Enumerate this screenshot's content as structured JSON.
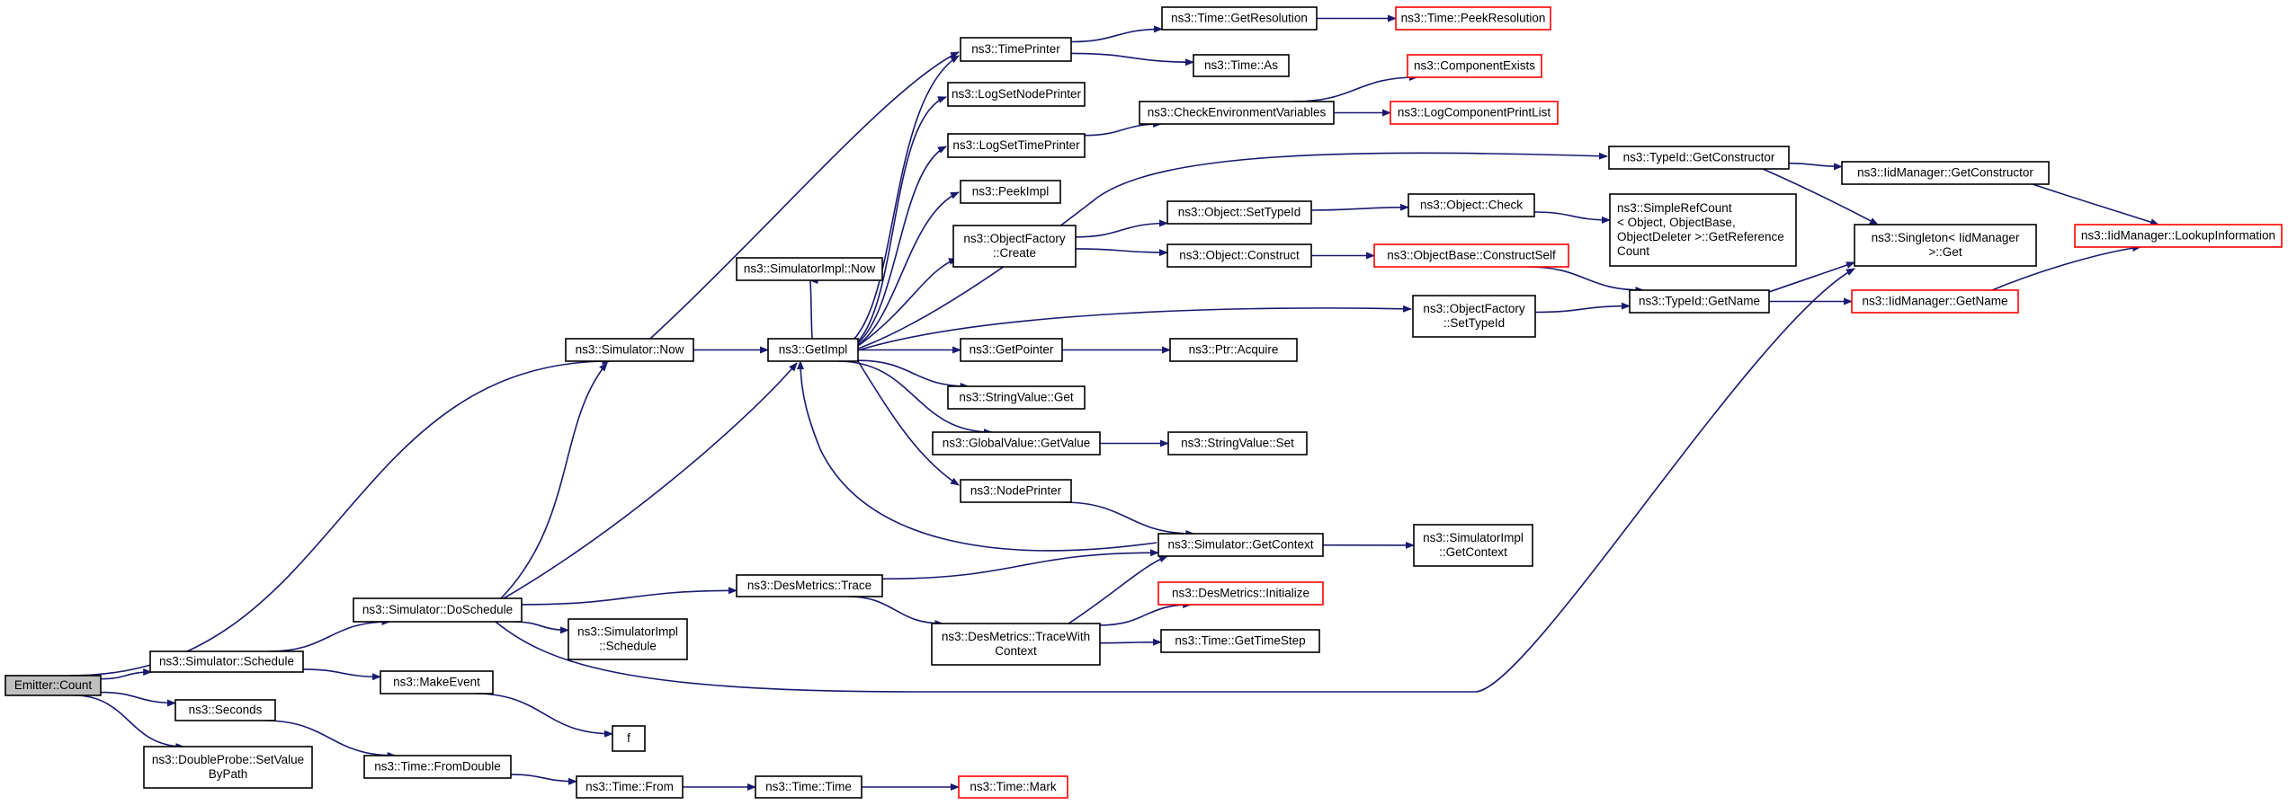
{
  "colors": {
    "edge": "#191970",
    "node_border": "#000000",
    "truncated_border": "#ff0000",
    "root_fill": "#bfbfbf",
    "node_fill": "#ffffff",
    "background": "#ffffff"
  },
  "nodes": [
    {
      "id": "emitter_count",
      "lines": [
        "Emitter::Count"
      ],
      "style": "root"
    },
    {
      "id": "sim_now",
      "lines": [
        "ns3::Simulator::Now"
      ]
    },
    {
      "id": "sim_schedule",
      "lines": [
        "ns3::Simulator::Schedule"
      ]
    },
    {
      "id": "seconds",
      "lines": [
        "ns3::Seconds"
      ]
    },
    {
      "id": "doubleprobe",
      "lines": [
        "ns3::DoubleProbe::SetValue",
        "ByPath"
      ]
    },
    {
      "id": "sim_doschedule",
      "lines": [
        "ns3::Simulator::DoSchedule"
      ]
    },
    {
      "id": "makeevent",
      "lines": [
        "ns3::MakeEvent"
      ]
    },
    {
      "id": "time_fromdouble",
      "lines": [
        "ns3::Time::FromDouble"
      ]
    },
    {
      "id": "simimpl_now",
      "lines": [
        "ns3::SimulatorImpl::Now"
      ]
    },
    {
      "id": "getimpl",
      "lines": [
        "ns3::GetImpl"
      ]
    },
    {
      "id": "desmetrics_trace",
      "lines": [
        "ns3::DesMetrics::Trace"
      ]
    },
    {
      "id": "simimpl_schedule",
      "lines": [
        "ns3::SimulatorImpl",
        "::Schedule"
      ]
    },
    {
      "id": "f",
      "lines": [
        "f"
      ]
    },
    {
      "id": "time_from",
      "lines": [
        "ns3::Time::From"
      ]
    },
    {
      "id": "time_time",
      "lines": [
        "ns3::Time::Time"
      ]
    },
    {
      "id": "time_mark",
      "lines": [
        "ns3::Time::Mark"
      ],
      "style": "truncated"
    },
    {
      "id": "timeprinter",
      "lines": [
        "ns3::TimePrinter"
      ]
    },
    {
      "id": "logsetnodeprinter",
      "lines": [
        "ns3::LogSetNodePrinter"
      ]
    },
    {
      "id": "logsettimeprinter",
      "lines": [
        "ns3::LogSetTimePrinter"
      ]
    },
    {
      "id": "peekimpl",
      "lines": [
        "ns3::PeekImpl"
      ]
    },
    {
      "id": "objectfactory_create",
      "lines": [
        "ns3::ObjectFactory",
        "::Create"
      ]
    },
    {
      "id": "getpointer",
      "lines": [
        "ns3::GetPointer"
      ]
    },
    {
      "id": "stringvalue_get",
      "lines": [
        "ns3::StringValue::Get"
      ]
    },
    {
      "id": "globalvalue_getvalue",
      "lines": [
        "ns3::GlobalValue::GetValue"
      ]
    },
    {
      "id": "nodeprinter",
      "lines": [
        "ns3::NodePrinter"
      ]
    },
    {
      "id": "desmetrics_tracewithcontext",
      "lines": [
        "ns3::DesMetrics::TraceWith",
        "Context"
      ]
    },
    {
      "id": "time_getresolution",
      "lines": [
        "ns3::Time::GetResolution"
      ]
    },
    {
      "id": "time_as",
      "lines": [
        "ns3::Time::As"
      ]
    },
    {
      "id": "checkenv",
      "lines": [
        "ns3::CheckEnvironmentVariables"
      ]
    },
    {
      "id": "object_settypeid",
      "lines": [
        "ns3::Object::SetTypeId"
      ]
    },
    {
      "id": "object_construct",
      "lines": [
        "ns3::Object::Construct"
      ]
    },
    {
      "id": "objectfactory_settypeid",
      "lines": [
        "ns3::ObjectFactory",
        "::SetTypeId"
      ]
    },
    {
      "id": "ptr_acquire",
      "lines": [
        "ns3::Ptr::Acquire"
      ]
    },
    {
      "id": "stringvalue_set",
      "lines": [
        "ns3::StringValue::Set"
      ]
    },
    {
      "id": "sim_getcontext",
      "lines": [
        "ns3::Simulator::GetContext"
      ]
    },
    {
      "id": "desmetrics_initialize",
      "lines": [
        "ns3::DesMetrics::Initialize"
      ],
      "style": "truncated"
    },
    {
      "id": "time_gettimestep",
      "lines": [
        "ns3::Time::GetTimeStep"
      ]
    },
    {
      "id": "time_peekresolution",
      "lines": [
        "ns3::Time::PeekResolution"
      ],
      "style": "truncated"
    },
    {
      "id": "componentexists",
      "lines": [
        "ns3::ComponentExists"
      ],
      "style": "truncated"
    },
    {
      "id": "logcomponentprintlist",
      "lines": [
        "ns3::LogComponentPrintList"
      ],
      "style": "truncated"
    },
    {
      "id": "typeid_getconstructor",
      "lines": [
        "ns3::TypeId::GetConstructor"
      ]
    },
    {
      "id": "object_check",
      "lines": [
        "ns3::Object::Check"
      ]
    },
    {
      "id": "objectbase_constructself",
      "lines": [
        "ns3::ObjectBase::ConstructSelf"
      ],
      "style": "truncated"
    },
    {
      "id": "simimpl_getcontext",
      "lines": [
        "ns3::SimulatorImpl",
        "::GetContext"
      ]
    },
    {
      "id": "simplerefcount",
      "lines": [
        "ns3::SimpleRefCount",
        "< Object, ObjectBase,",
        "ObjectDeleter >::GetReference",
        "Count"
      ],
      "align": "left"
    },
    {
      "id": "typeid_getname",
      "lines": [
        "ns3::TypeId::GetName"
      ]
    },
    {
      "id": "iidmanager_getconstructor",
      "lines": [
        "ns3::IidManager::GetConstructor"
      ]
    },
    {
      "id": "singleton_get",
      "lines": [
        "ns3::Singleton< IidManager",
        ">::Get"
      ]
    },
    {
      "id": "iidmanager_getname",
      "lines": [
        "ns3::IidManager::GetName"
      ],
      "style": "truncated"
    },
    {
      "id": "iidmanager_lookupinformation",
      "lines": [
        "ns3::IidManager::LookupInformation"
      ],
      "style": "truncated"
    }
  ],
  "edges": [
    [
      "emitter_count",
      "sim_now"
    ],
    [
      "emitter_count",
      "sim_schedule"
    ],
    [
      "emitter_count",
      "seconds"
    ],
    [
      "emitter_count",
      "doubleprobe"
    ],
    [
      "sim_now",
      "getimpl"
    ],
    [
      "sim_now",
      "timeprinter"
    ],
    [
      "sim_schedule",
      "sim_doschedule"
    ],
    [
      "sim_schedule",
      "makeevent"
    ],
    [
      "seconds",
      "time_fromdouble"
    ],
    [
      "sim_doschedule",
      "sim_now"
    ],
    [
      "sim_doschedule",
      "getimpl"
    ],
    [
      "sim_doschedule",
      "desmetrics_trace"
    ],
    [
      "sim_doschedule",
      "simimpl_schedule"
    ],
    [
      "sim_doschedule",
      "singleton_get"
    ],
    [
      "makeevent",
      "f"
    ],
    [
      "time_fromdouble",
      "time_from"
    ],
    [
      "time_from",
      "time_time"
    ],
    [
      "time_time",
      "time_mark"
    ],
    [
      "getimpl",
      "simimpl_now"
    ],
    [
      "getimpl",
      "timeprinter"
    ],
    [
      "getimpl",
      "logsetnodeprinter"
    ],
    [
      "getimpl",
      "logsettimeprinter"
    ],
    [
      "getimpl",
      "peekimpl"
    ],
    [
      "getimpl",
      "objectfactory_create"
    ],
    [
      "getimpl",
      "typeid_getconstructor"
    ],
    [
      "getimpl",
      "objectfactory_settypeid"
    ],
    [
      "getimpl",
      "getpointer"
    ],
    [
      "getimpl",
      "stringvalue_get"
    ],
    [
      "getimpl",
      "globalvalue_getvalue"
    ],
    [
      "getimpl",
      "nodeprinter"
    ],
    [
      "sim_getcontext",
      "getimpl"
    ],
    [
      "desmetrics_trace",
      "sim_getcontext"
    ],
    [
      "desmetrics_trace",
      "desmetrics_tracewithcontext"
    ],
    [
      "desmetrics_tracewithcontext",
      "sim_getcontext"
    ],
    [
      "desmetrics_tracewithcontext",
      "desmetrics_initialize"
    ],
    [
      "desmetrics_tracewithcontext",
      "time_gettimestep"
    ],
    [
      "timeprinter",
      "time_getresolution"
    ],
    [
      "timeprinter",
      "time_as"
    ],
    [
      "time_getresolution",
      "time_peekresolution"
    ],
    [
      "logsettimeprinter",
      "checkenv"
    ],
    [
      "checkenv",
      "componentexists"
    ],
    [
      "checkenv",
      "logcomponentprintlist"
    ],
    [
      "objectfactory_create",
      "object_settypeid"
    ],
    [
      "objectfactory_create",
      "object_construct"
    ],
    [
      "object_settypeid",
      "object_check"
    ],
    [
      "object_check",
      "simplerefcount"
    ],
    [
      "object_construct",
      "objectbase_constructself"
    ],
    [
      "objectbase_constructself",
      "typeid_getname"
    ],
    [
      "objectfactory_settypeid",
      "typeid_getname"
    ],
    [
      "typeid_getconstructor",
      "iidmanager_getconstructor"
    ],
    [
      "typeid_getconstructor",
      "singleton_get"
    ],
    [
      "typeid_getname",
      "singleton_get"
    ],
    [
      "typeid_getname",
      "iidmanager_getname"
    ],
    [
      "iidmanager_getconstructor",
      "iidmanager_lookupinformation"
    ],
    [
      "iidmanager_getname",
      "iidmanager_lookupinformation"
    ],
    [
      "getpointer",
      "ptr_acquire"
    ],
    [
      "globalvalue_getvalue",
      "stringvalue_set"
    ],
    [
      "nodeprinter",
      "sim_getcontext"
    ],
    [
      "sim_getcontext",
      "simimpl_getcontext"
    ]
  ]
}
